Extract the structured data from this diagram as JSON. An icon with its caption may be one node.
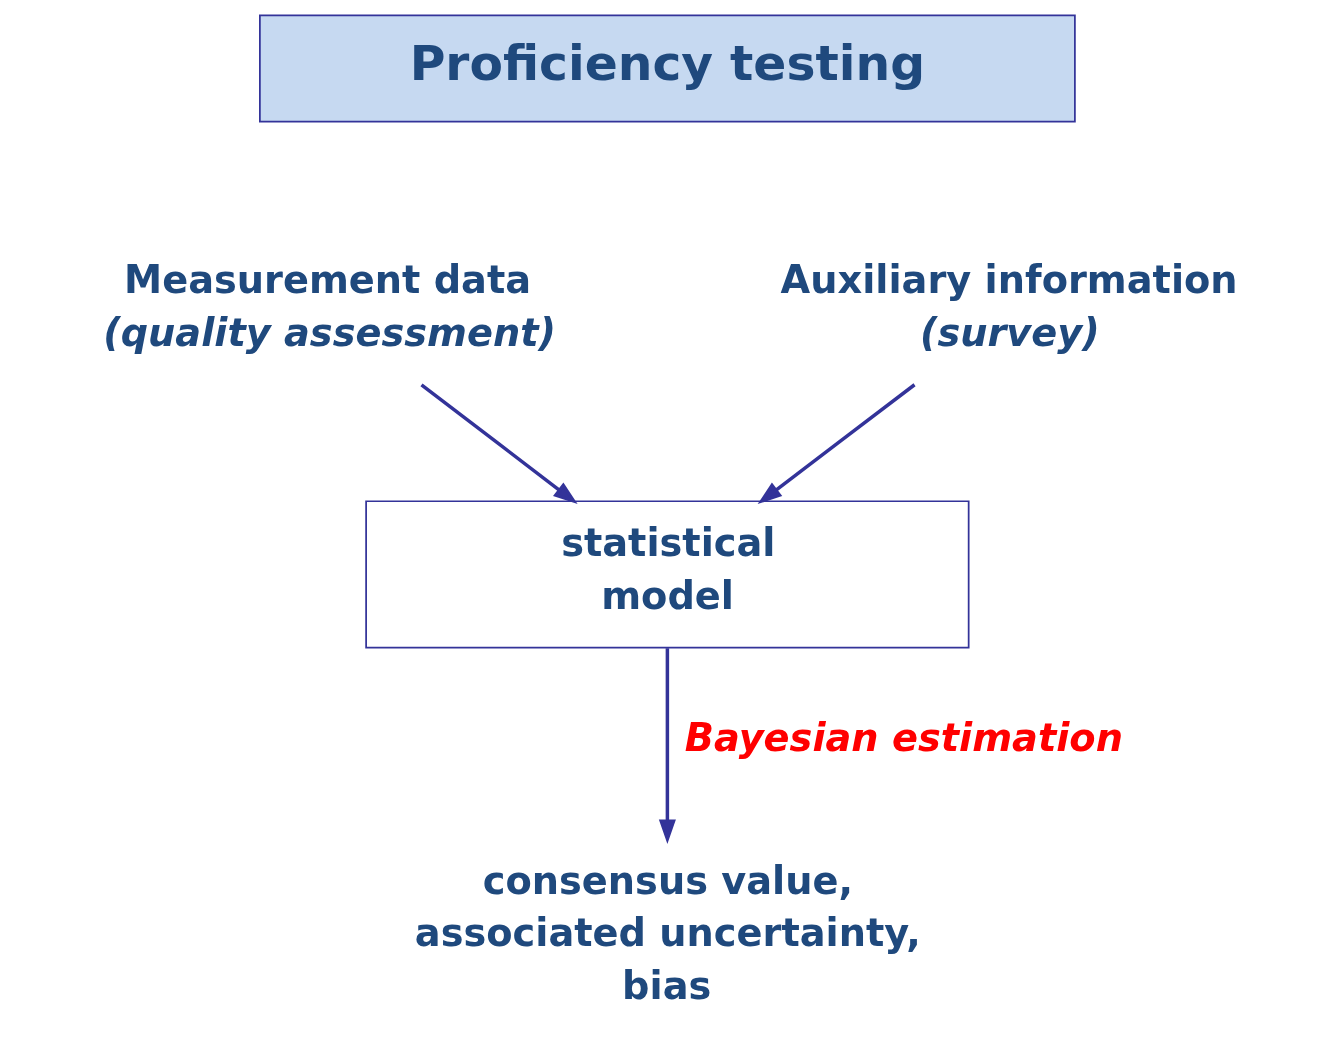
{
  "diagram": {
    "nodes": [
      {
        "text": [
          "Proficiency testing"
        ]
      },
      {
        "text": [
          "Measurement data",
          "(quality assessment)"
        ]
      },
      {
        "text": [
          "Auxiliary information",
          "(survey)"
        ]
      },
      {
        "text": [
          "statistical model"
        ]
      },
      {
        "text": [
          "consensus value, associated uncertainty, bias"
        ]
      }
    ],
    "edges": [
      {
        "from": 1,
        "to": 3,
        "arrow": "to"
      },
      {
        "from": 2,
        "to": 3,
        "arrow": "to"
      },
      {
        "from": 3,
        "to": 4,
        "arrow": "to",
        "label": "Bayesian estimation"
      }
    ]
  }
}
